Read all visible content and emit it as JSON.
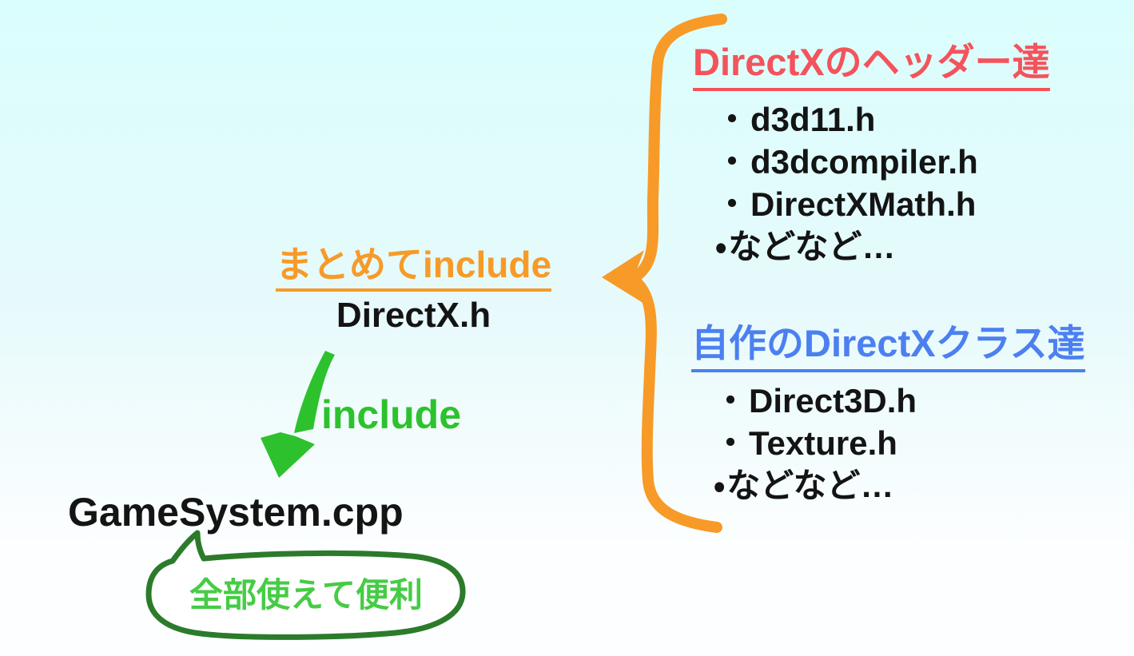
{
  "colors": {
    "bg_top": "#DAFEFD",
    "bg_mid": "#E6FAFB",
    "bg_bottom": "#FDFEFF",
    "red": "#F4535C",
    "blue": "#4C80F1",
    "orange": "#F79A28",
    "green": "#2DC22D",
    "bubble_outline": "#2B7B2B",
    "bubble_text": "#45CC45",
    "ink": "#141414"
  },
  "directx_headers": {
    "title": "DirectXのヘッダー達",
    "bullet": "・",
    "items": [
      "d3d11.h",
      "d3dcompiler.h",
      "DirectXMath.h",
      "などなど…"
    ]
  },
  "custom_classes": {
    "title": "自作のDirectXクラス達",
    "bullet": "・",
    "items": [
      "Direct3D.h",
      "Texture.h",
      "などなど…"
    ]
  },
  "merge_include": {
    "label": "まとめてinclude",
    "file": "DirectX.h"
  },
  "include_arrow": {
    "label": "include"
  },
  "game_system": {
    "file": "GameSystem.cpp"
  },
  "speech_bubble": {
    "text": "全部使えて便利"
  }
}
